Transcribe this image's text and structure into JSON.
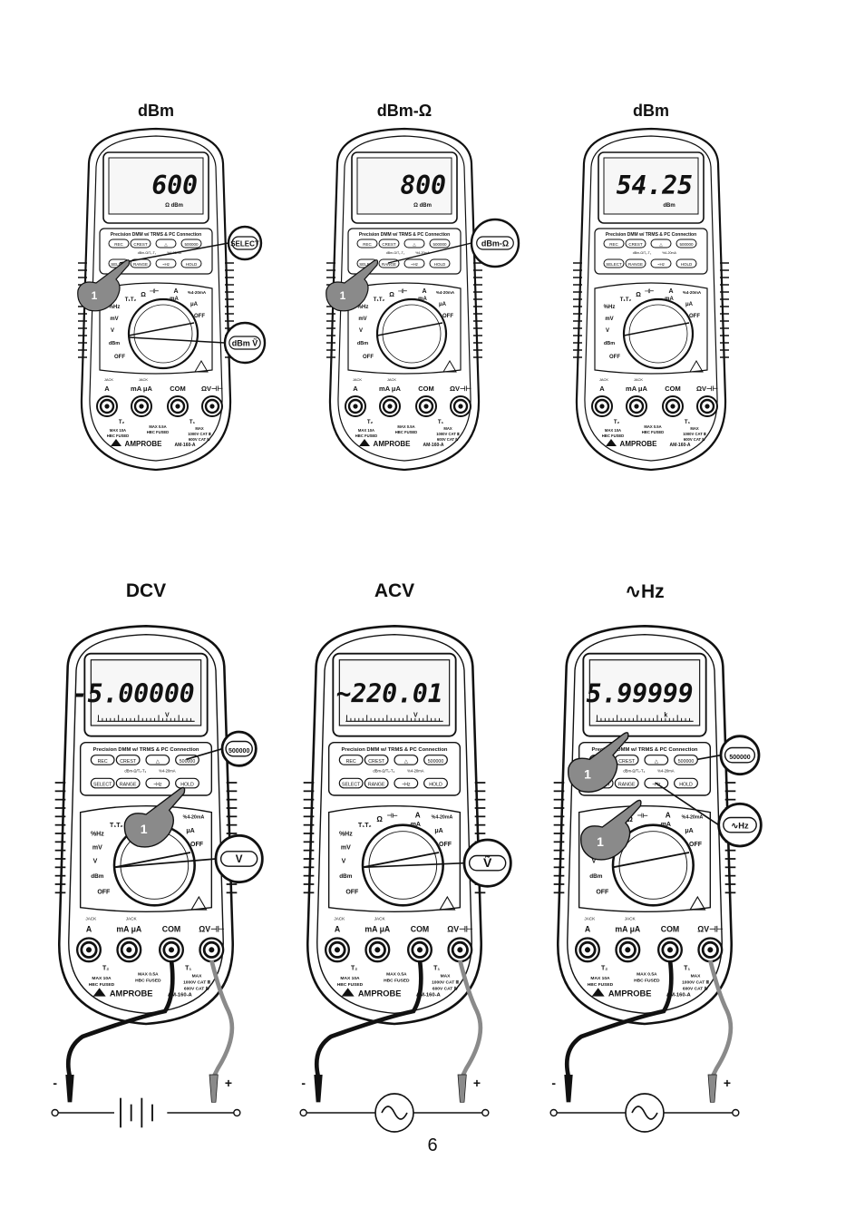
{
  "page_number": "6",
  "meter": {
    "brand": "AMPROBE",
    "model": "AM-160-A",
    "panel_caption": "Precision DMM w/ TRMS & PC Connection",
    "buttons_row1": [
      "REC",
      "CREST",
      "△",
      "500000"
    ],
    "buttons_row2": [
      "SELECT",
      "RANGE",
      "~Hz",
      "HOLD"
    ],
    "sub_labels": [
      "dBm-Ω/T₁-T₂",
      "%4-20mA"
    ],
    "dial_labels": {
      "t1t2": "T₁T₂",
      "ohm": "Ω",
      "diode": "→+",
      "cap": "⊣⊢",
      "amp": "A",
      "ma": "mA",
      "ua": "μA",
      "pct": "%",
      "hz": "Hz",
      "mv": "mV",
      "dcv": "V",
      "dbm": "dBm",
      "off": "OFF",
      "pct420": "%4-20mA"
    },
    "jacks": [
      "A",
      "mA μA",
      "COM",
      "ΩV⊣⊢"
    ],
    "jack_labels": [
      "JACK",
      "JACK"
    ],
    "fuse_left": [
      "MAX 10A",
      "HBC FUSED"
    ],
    "fuse_mid": [
      "MAX 0.5A",
      "HBC FUSED"
    ],
    "fuse_right": [
      "MAX",
      "1000V CAT Ⅲ",
      "600V CAT Ⅳ"
    ],
    "temp_left": "T₂",
    "temp_right": "T₁"
  },
  "panels": [
    {
      "title": "dBm",
      "display": "600",
      "display_unit": "Ω dBm",
      "callouts": [
        "SELECT",
        "dBm Ṽ"
      ],
      "finger": "1"
    },
    {
      "title": "dBm-Ω",
      "display": "800",
      "display_unit": "Ω dBm",
      "callouts": [
        "dBm-Ω"
      ],
      "finger": "1"
    },
    {
      "title": "dBm",
      "display": "54.25",
      "display_unit": "dBm",
      "callouts": []
    },
    {
      "title": "DCV",
      "display": "-5.00000",
      "display_unit": "V",
      "callouts": [
        "500000",
        "V"
      ],
      "finger": "1",
      "symbol": "battery",
      "minus": "-",
      "plus": "+"
    },
    {
      "title": "ACV",
      "display": "~220.01",
      "display_unit": "V",
      "callouts": [
        "Ṽ"
      ],
      "symbol": "ac",
      "minus": "-",
      "plus": "+"
    },
    {
      "title": "∿Hz",
      "display": "5.99999",
      "display_unit": "k",
      "callouts": [
        "500000",
        "∿Hz"
      ],
      "finger": "1",
      "symbol": "ac",
      "minus": "-",
      "plus": "+"
    }
  ],
  "colors": {
    "ink": "#111111",
    "lead_grey": "#8a8a8a",
    "display_bg": "#f7f7f7"
  }
}
